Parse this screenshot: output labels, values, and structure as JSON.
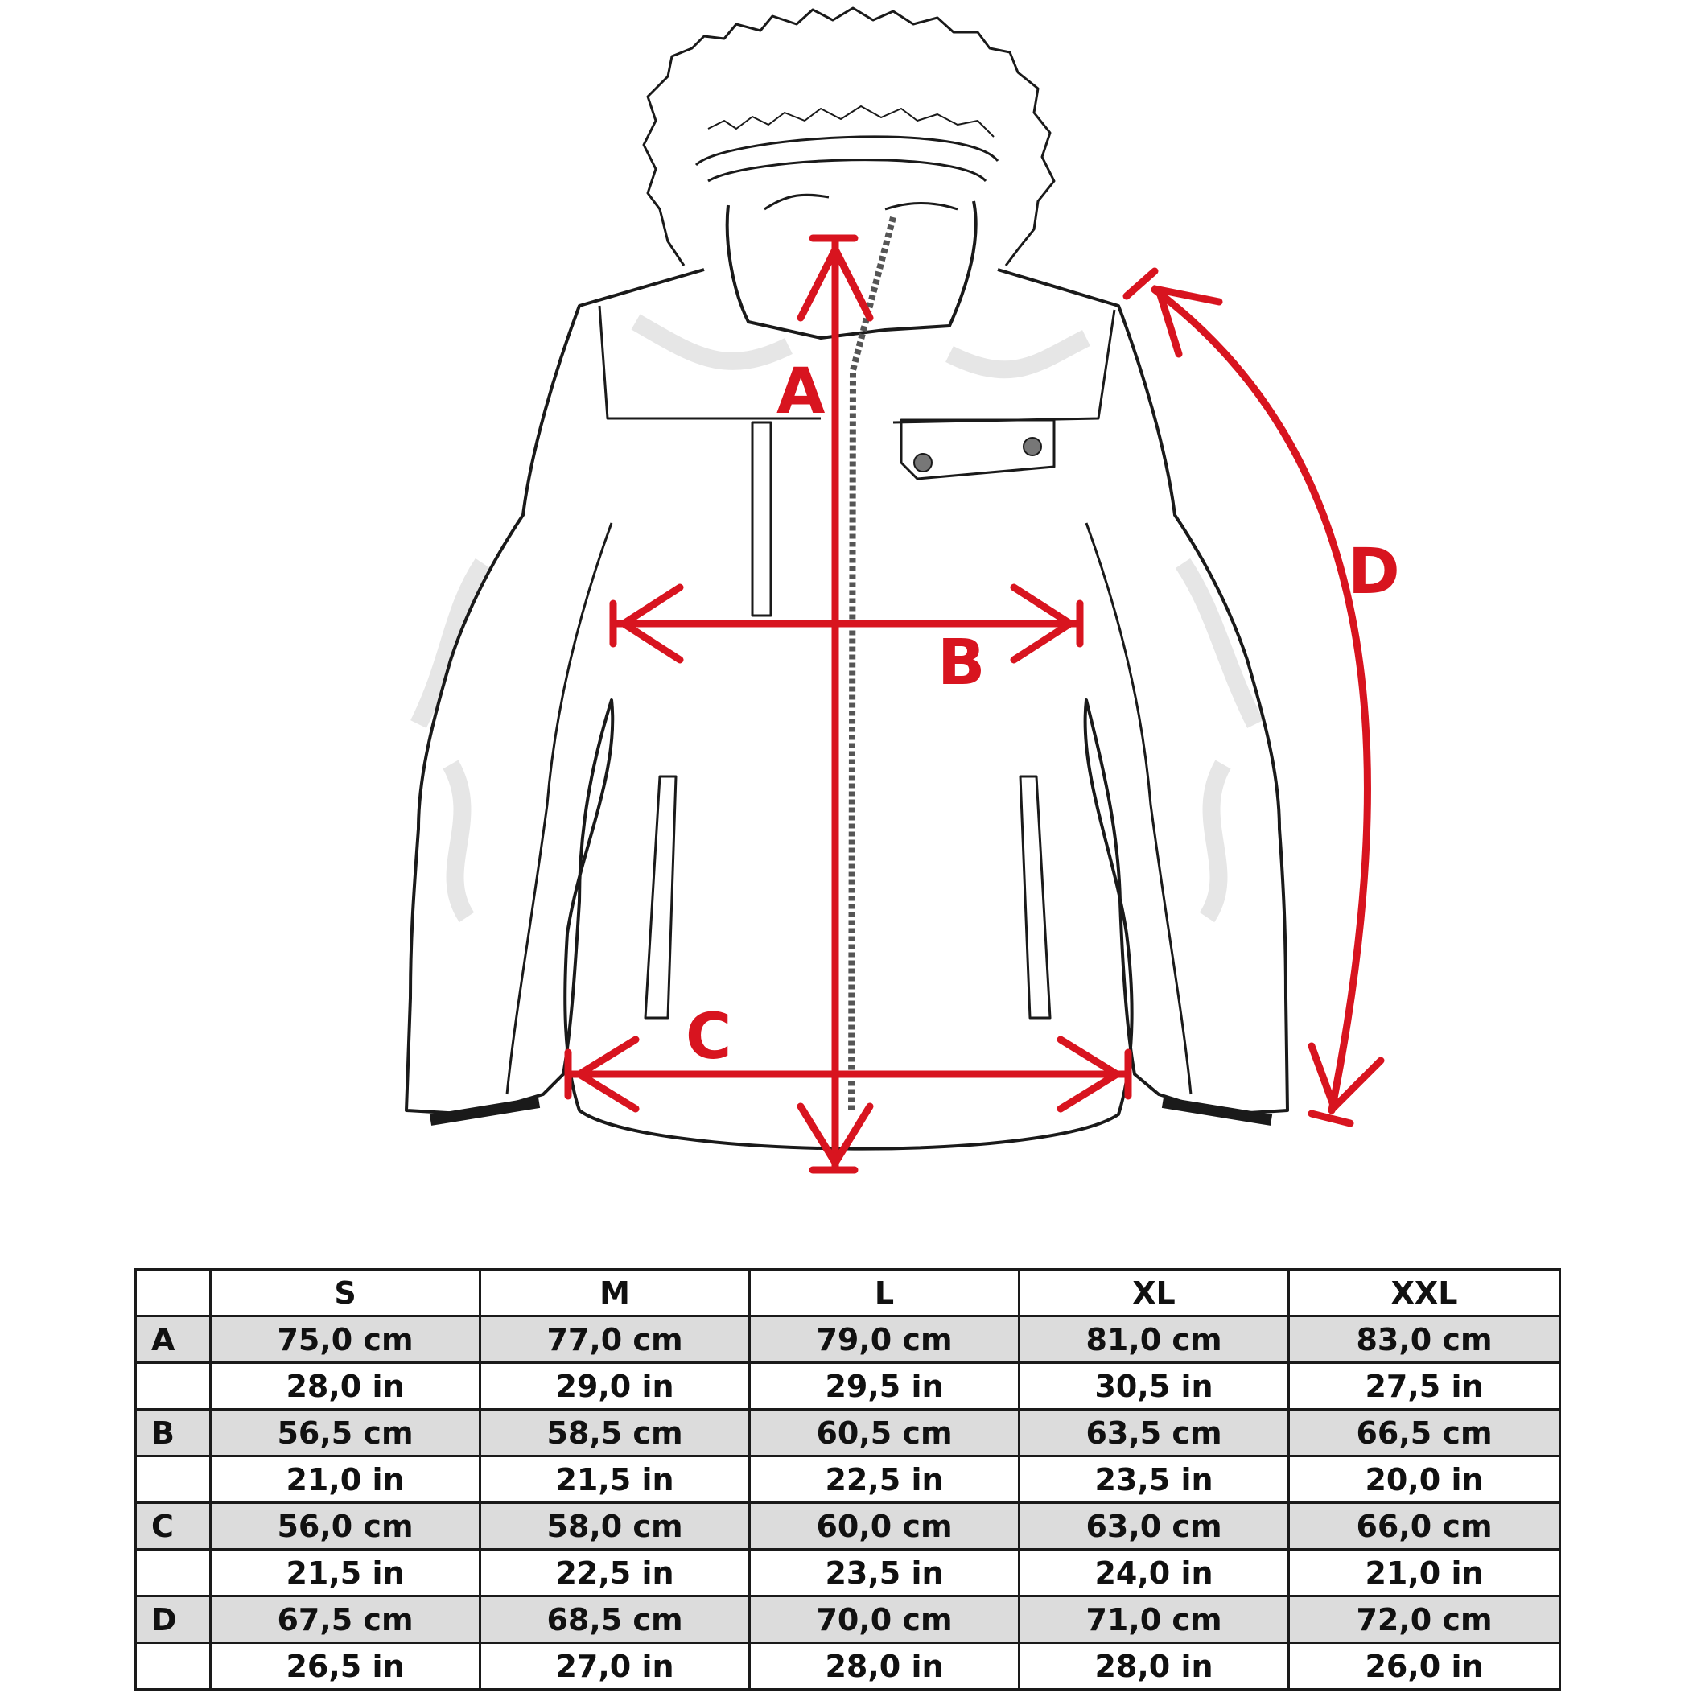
{
  "diagram": {
    "measure_letters": [
      "A",
      "B",
      "C",
      "D"
    ],
    "accent_color": "#d8141f",
    "outline_color": "#1a1a1a"
  },
  "table": {
    "headers": [
      "",
      "S",
      "M",
      "L",
      "XL",
      "XXL"
    ],
    "rows": [
      {
        "label": "A",
        "unit": "cm",
        "values": [
          "75,0 cm",
          "77,0 cm",
          "79,0 cm",
          "81,0 cm",
          "83,0 cm"
        ]
      },
      {
        "label": "",
        "unit": "in",
        "values": [
          "28,0 in",
          "29,0 in",
          "29,5 in",
          "30,5 in",
          "27,5 in"
        ]
      },
      {
        "label": "B",
        "unit": "cm",
        "values": [
          "56,5 cm",
          "58,5 cm",
          "60,5 cm",
          "63,5 cm",
          "66,5 cm"
        ]
      },
      {
        "label": "",
        "unit": "in",
        "values": [
          "21,0 in",
          "21,5 in",
          "22,5 in",
          "23,5 in",
          "20,0 in"
        ]
      },
      {
        "label": "C",
        "unit": "cm",
        "values": [
          "56,0 cm",
          "58,0 cm",
          "60,0 cm",
          "63,0 cm",
          "66,0 cm"
        ]
      },
      {
        "label": "",
        "unit": "in",
        "values": [
          "21,5 in",
          "22,5 in",
          "23,5 in",
          "24,0 in",
          "21,0 in"
        ]
      },
      {
        "label": "D",
        "unit": "cm",
        "values": [
          "67,5 cm",
          "68,5 cm",
          "70,0 cm",
          "71,0 cm",
          "72,0 cm"
        ]
      },
      {
        "label": "",
        "unit": "in",
        "values": [
          "26,5 in",
          "27,0 in",
          "28,0 in",
          "28,0 in",
          "26,0 in"
        ]
      }
    ]
  }
}
